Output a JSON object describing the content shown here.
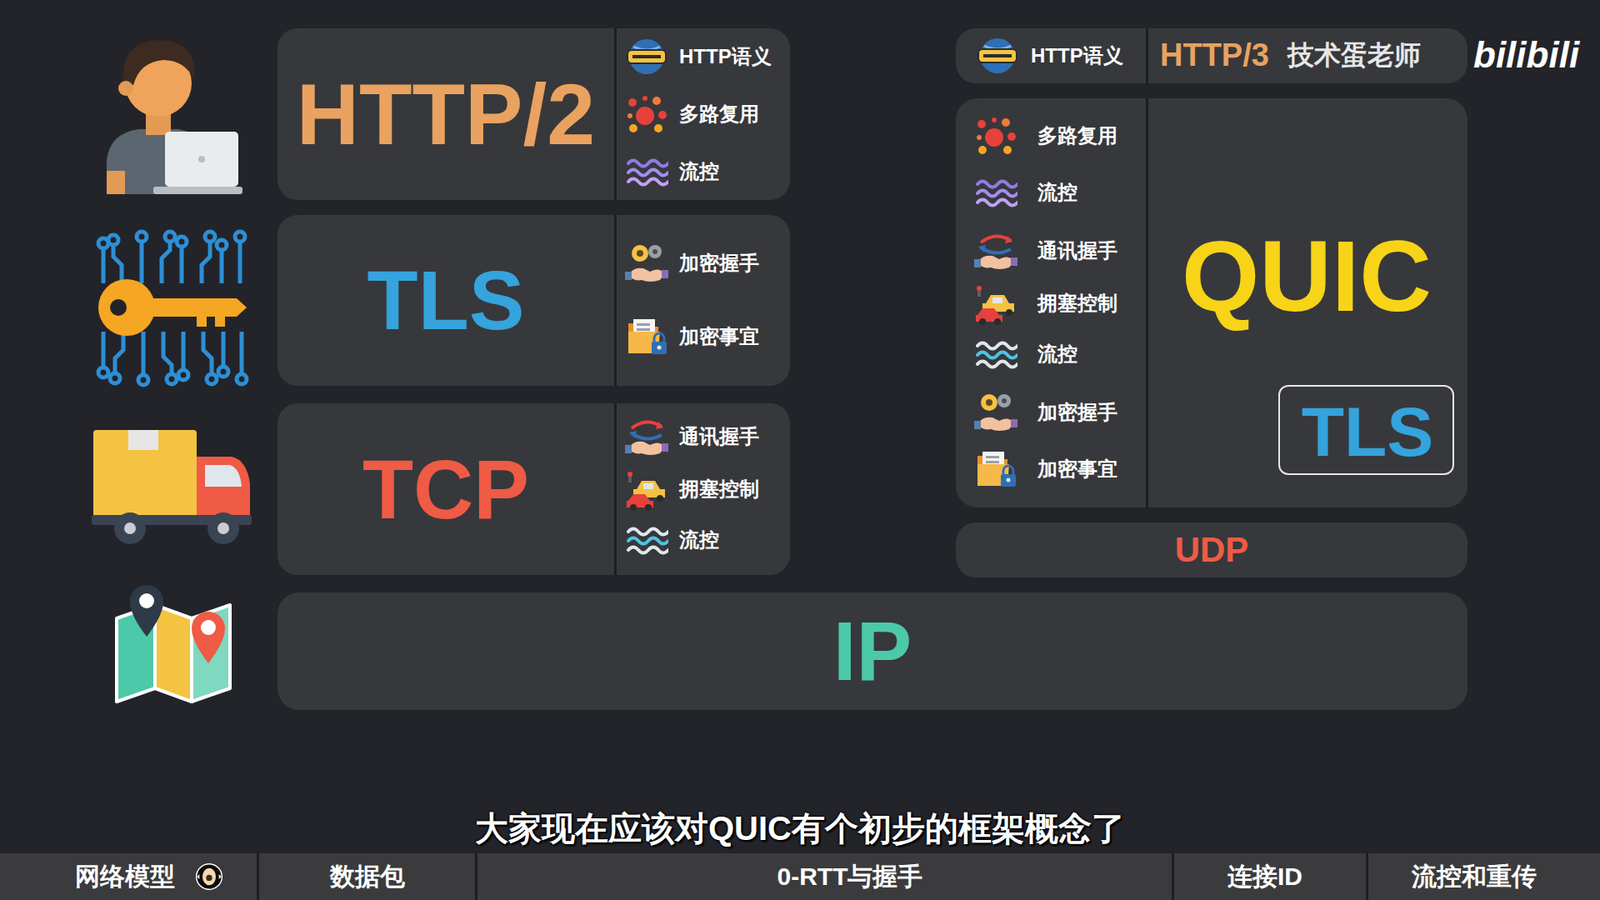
{
  "diagram": {
    "caption": "大家现在应该对QUIC有个初步的框架概念了",
    "nodes": [
      {
        "text": [
          "HTTP/2",
          "HTTP语义",
          "多路复用",
          "流控"
        ]
      },
      {
        "text": [
          "TLS",
          "加密握手",
          "加密事宜"
        ]
      },
      {
        "text": [
          "TCP",
          "通讯握手",
          "拥塞控制",
          "流控"
        ]
      },
      {
        "text": [
          "HTTP语义",
          "HTTP/3"
        ]
      },
      {
        "text": [
          "多路复用",
          "流控",
          "通讯握手",
          "拥塞控制",
          "流控",
          "加密握手",
          "加密事宜",
          "QUIC"
        ]
      },
      {
        "text": [
          "TLS"
        ],
        "in": 4
      },
      {
        "text": [
          "UDP"
        ]
      },
      {
        "text": [
          "IP"
        ]
      },
      {
        "text": [
          "网络模型",
          "数据包",
          "0-RTT与握手",
          "连接ID",
          "流控和重传"
        ]
      }
    ],
    "labels": [
      "技术蛋老师",
      "bilibili"
    ]
  }
}
